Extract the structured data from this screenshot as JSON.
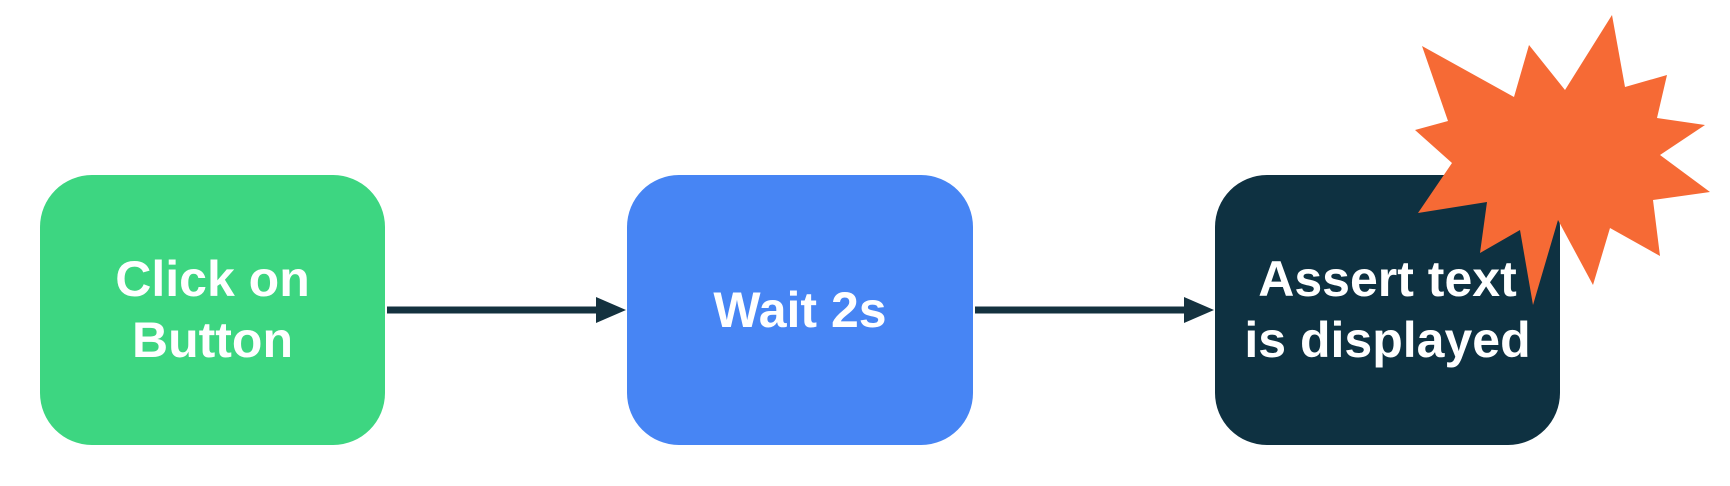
{
  "canvas": {
    "background": "#FFFFFF"
  },
  "nodes": [
    {
      "label": "Click on Button",
      "color": "#3DD681",
      "text_color": "#FFFFFF"
    },
    {
      "label": "Wait 2s",
      "color": "#4785F4",
      "text_color": "#FFFFFF"
    },
    {
      "label": "Assert text is displayed",
      "color": "#0E3141",
      "text_color": "#FFFFFF"
    }
  ],
  "connectors": {
    "color": "#14323F",
    "edges": [
      {
        "from": "Click on Button",
        "to": "Wait 2s"
      },
      {
        "from": "Wait 2s",
        "to": "Assert text is displayed"
      }
    ]
  },
  "starburst": {
    "color": "#F66A35"
  }
}
